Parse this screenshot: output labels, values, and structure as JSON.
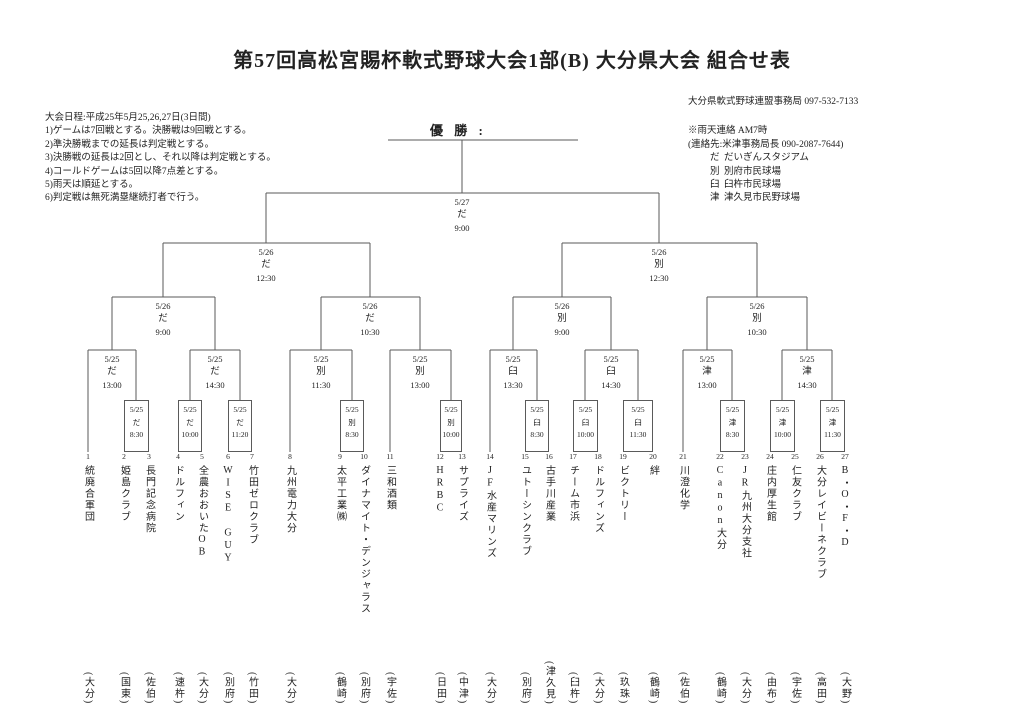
{
  "title": "第57回高松宮賜杯軟式野球大会1部(B) 大分県大会 組合せ表",
  "champion_label": "優 勝 :",
  "info_left": {
    "schedule": "大会日程:平成25年5月25,26,27日(3日間)",
    "rules": [
      "1)ゲームは7回戦とする。決勝戦は9回戦とする。",
      "2)準決勝戦までの延長は判定戦とする。",
      "3)決勝戦の延長は2回とし、それ以降は判定戦とする。",
      "4)コールドゲームは5回以降7点差とする。",
      "5)雨天は順延とする。",
      "6)判定戦は無死満塁継続打者で行う。"
    ]
  },
  "info_right": {
    "office": "大分県軟式野球連盟事務局 097-532-7133",
    "rain_notice": "※雨天連絡 AM7時",
    "contact": "(連絡先:米津事務局長 090-2087-7644)",
    "venues": [
      {
        "code": "だ",
        "name": "だいぎんスタジアム"
      },
      {
        "code": "別",
        "name": "別府市民球場"
      },
      {
        "code": "臼",
        "name": "臼杵市民球場"
      },
      {
        "code": "津",
        "name": "津久見市民野球場"
      }
    ]
  },
  "bracket": {
    "final": {
      "date": "5/27",
      "venue": "だ",
      "time": "9:00"
    },
    "semifinals": [
      {
        "date": "5/26",
        "venue": "だ",
        "time": "12:30"
      },
      {
        "date": "5/26",
        "venue": "別",
        "time": "12:30"
      }
    ],
    "quarterfinals": [
      {
        "date": "5/26",
        "venue": "だ",
        "time": "9:00"
      },
      {
        "date": "5/26",
        "venue": "だ",
        "time": "10:30"
      },
      {
        "date": "5/26",
        "venue": "別",
        "time": "9:00"
      },
      {
        "date": "5/26",
        "venue": "別",
        "time": "10:30"
      }
    ],
    "round2": [
      {
        "date": "5/25",
        "venue": "だ",
        "time": "13:00"
      },
      {
        "date": "5/25",
        "venue": "だ",
        "time": "14:30"
      },
      {
        "date": "5/25",
        "venue": "別",
        "time": "11:30"
      },
      {
        "date": "5/25",
        "venue": "別",
        "time": "13:00"
      },
      {
        "date": "5/25",
        "venue": "臼",
        "time": "13:30"
      },
      {
        "date": "5/25",
        "venue": "臼",
        "time": "14:30"
      },
      {
        "date": "5/25",
        "venue": "津",
        "time": "13:00"
      },
      {
        "date": "5/25",
        "venue": "津",
        "time": "14:30"
      }
    ],
    "round1": [
      {
        "date": "5/25",
        "venue": "だ",
        "time": "8:30"
      },
      {
        "date": "5/25",
        "venue": "だ",
        "time": "10:00"
      },
      {
        "date": "5/25",
        "venue": "だ",
        "time": "11:20"
      },
      {
        "date": "5/25",
        "venue": "別",
        "time": "8:30"
      },
      {
        "date": "5/25",
        "venue": "別",
        "time": "10:00"
      },
      {
        "date": "5/25",
        "venue": "臼",
        "time": "8:30"
      },
      {
        "date": "5/25",
        "venue": "臼",
        "time": "10:00"
      },
      {
        "date": "5/25",
        "venue": "臼",
        "time": "11:30"
      },
      {
        "date": "5/25",
        "venue": "津",
        "time": "8:30"
      },
      {
        "date": "5/25",
        "venue": "津",
        "time": "10:00"
      },
      {
        "date": "5/25",
        "venue": "津",
        "time": "11:30"
      }
    ]
  },
  "teams": [
    {
      "no": "1",
      "name": "統廃合軍団",
      "location": "(大分)"
    },
    {
      "no": "2",
      "name": "姫島クラブ",
      "location": "(国東)"
    },
    {
      "no": "3",
      "name": "長門記念病院",
      "location": "(佐伯)"
    },
    {
      "no": "4",
      "name": "ドルフィン",
      "location": "(速杵)"
    },
    {
      "no": "5",
      "name": "全農おおいたOB",
      "location": "(大分)"
    },
    {
      "no": "6",
      "name": "WISE GUY",
      "location": "(別府)"
    },
    {
      "no": "7",
      "name": "竹田ゼロクラブ",
      "location": "(竹田)"
    },
    {
      "no": "8",
      "name": "九州電力大分",
      "location": "(大分)"
    },
    {
      "no": "9",
      "name": "太平工業㈱",
      "location": "(鶴崎)"
    },
    {
      "no": "10",
      "name": "ダイナマイト・デンジャラス",
      "location": "(別府)"
    },
    {
      "no": "11",
      "name": "三和酒類",
      "location": "(宇佐)"
    },
    {
      "no": "12",
      "name": "HRBC",
      "location": "(日田)"
    },
    {
      "no": "13",
      "name": "サプライズ",
      "location": "(中津)"
    },
    {
      "no": "14",
      "name": "JF水産マリンズ",
      "location": "(大分)"
    },
    {
      "no": "15",
      "name": "ユトーシンクラブ",
      "location": "(別府)"
    },
    {
      "no": "16",
      "name": "古手川産業",
      "location": "(津久見)"
    },
    {
      "no": "17",
      "name": "チーム市浜",
      "location": "(臼杵)"
    },
    {
      "no": "18",
      "name": "ドルフィンズ",
      "location": "(大分)"
    },
    {
      "no": "19",
      "name": "ビクトリー",
      "location": "(玖珠)"
    },
    {
      "no": "20",
      "name": "絆",
      "location": "(鶴崎)"
    },
    {
      "no": "21",
      "name": "川澄化学",
      "location": "(佐伯)"
    },
    {
      "no": "22",
      "name": "Canon大分",
      "location": "(鶴崎)"
    },
    {
      "no": "23",
      "name": "JR九州大分支社",
      "location": "(大分)"
    },
    {
      "no": "24",
      "name": "庄内厚生館",
      "location": "(由布)"
    },
    {
      "no": "25",
      "name": "仁友クラブ",
      "location": "(宇佐)"
    },
    {
      "no": "26",
      "name": "大分レイビーネクラブ",
      "location": "(高田)"
    },
    {
      "no": "27",
      "name": "B・O・F・D",
      "location": "(大野)"
    }
  ]
}
